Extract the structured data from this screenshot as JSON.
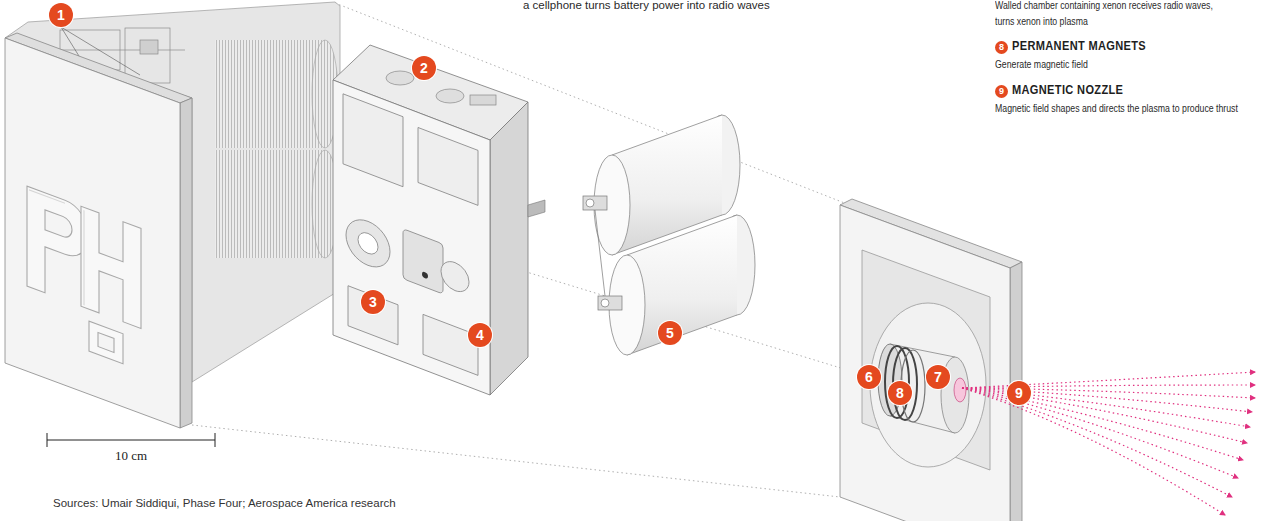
{
  "diagram": {
    "caption": "Sources: Umair Siddiqui, Phase Four; Aerospace America research",
    "labels": [
      "a cellphone turns battery power into radio waves",
      "Walled chamber containing xenon receives radio waves, turns xenon into plasma",
      "8",
      "PERMANENT MAGNETS",
      "Generate magnetic field",
      "9",
      "MAGNETIC NOZZLE",
      "Magnetic field shapes and directs the plasma to produce thrust",
      "1",
      "2",
      "3",
      "4",
      "5",
      "6",
      "7",
      "8",
      "9",
      "10 cm"
    ]
  }
}
